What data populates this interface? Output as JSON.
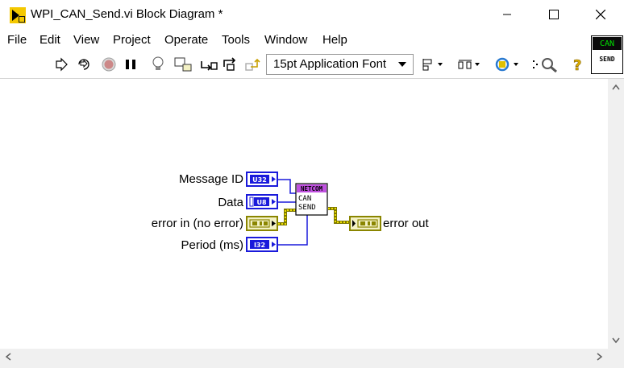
{
  "window": {
    "title": "WPI_CAN_Send.vi Block Diagram *",
    "controls": {
      "minimize": "minimize",
      "maximize": "maximize",
      "close": "close"
    }
  },
  "menu": [
    "File",
    "Edit",
    "View",
    "Project",
    "Operate",
    "Tools",
    "Window",
    "Help"
  ],
  "toolbar": {
    "font_select": "15pt Application Font",
    "buttons": [
      "run-arrow-icon",
      "run-continuously-icon",
      "abort-icon",
      "pause-icon",
      "highlight-execution-icon",
      "retain-wire-values-icon",
      "step-into-icon",
      "step-over-icon",
      "step-out-icon",
      "align-objects-icon",
      "distribute-objects-icon",
      "reorder-icon",
      "search-icon",
      "context-help-icon"
    ]
  },
  "vi_icon": {
    "top": "CAN",
    "bottom": "SEND"
  },
  "diagram": {
    "inputs": [
      {
        "label": "Message ID",
        "type": "U32"
      },
      {
        "label": "Data",
        "type": "U8"
      },
      {
        "label": "error in (no error)",
        "type": "error-cluster"
      },
      {
        "label": "Period (ms)",
        "type": "I32"
      }
    ],
    "node": {
      "banner": "NETCOM",
      "line1": "CAN",
      "line2": "SEND"
    },
    "outputs": [
      {
        "label": "error out",
        "type": "error-cluster"
      }
    ]
  },
  "colors": {
    "integer_wire": "#1a1adb",
    "error_wire": "#a5a000",
    "error_fill": "#f3f1c4",
    "node_banner": "#c050e0"
  }
}
